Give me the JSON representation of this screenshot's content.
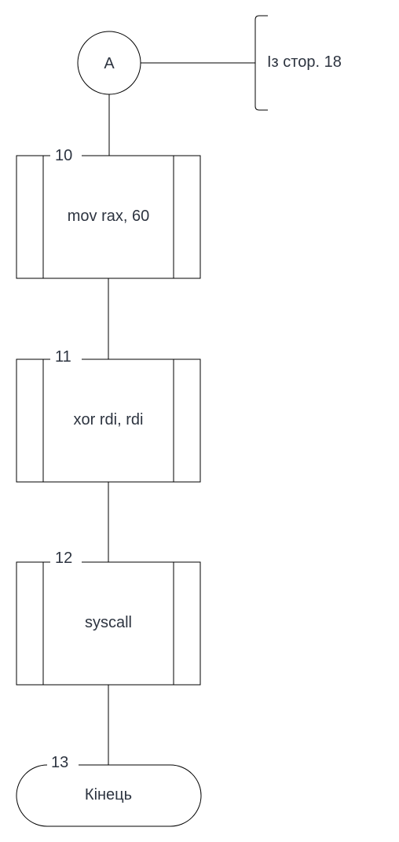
{
  "connector": {
    "label": "A"
  },
  "annotation": {
    "text": "Із стор. 18"
  },
  "blocks": [
    {
      "number": "10",
      "text": "mov rax, 60"
    },
    {
      "number": "11",
      "text": "xor rdi, rdi"
    },
    {
      "number": "12",
      "text": "syscall"
    }
  ],
  "terminator": {
    "number": "13",
    "text": "Кінець"
  },
  "colors": {
    "stroke": "#000000",
    "text": "#2d3440",
    "background": "#ffffff"
  }
}
